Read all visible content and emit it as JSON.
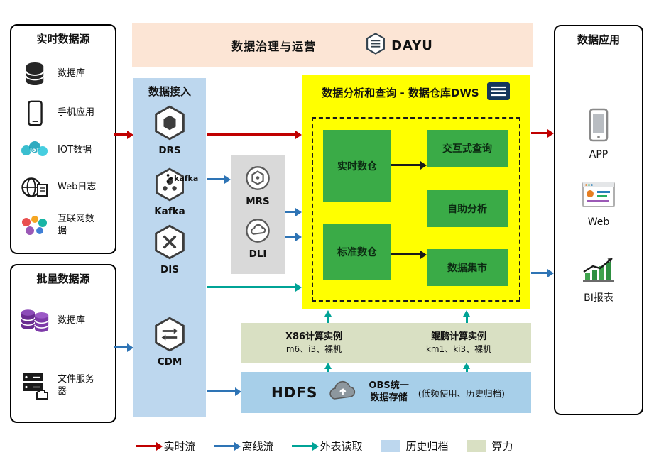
{
  "governance": {
    "title": "数据治理与运营",
    "logo_text": "DAYU"
  },
  "sources_realtime": {
    "title": "实时数据源",
    "items": [
      {
        "label": "数据库",
        "icon": "database-icon"
      },
      {
        "label": "手机应用",
        "icon": "phone-icon"
      },
      {
        "label": "IOT数据",
        "icon": "iot-icon"
      },
      {
        "label": "Web日志",
        "icon": "web-log-icon"
      },
      {
        "label": "互联网数据",
        "icon": "internet-data-icon"
      }
    ]
  },
  "sources_batch": {
    "title": "批量数据源",
    "items": [
      {
        "label": "数据库",
        "icon": "database-purple-icon"
      },
      {
        "label": "文件服务器",
        "icon": "file-server-icon"
      }
    ]
  },
  "ingestion": {
    "title": "数据接入",
    "items": [
      {
        "label": "DRS",
        "icon": "drs-icon"
      },
      {
        "label": "Kafka",
        "icon": "kafka-icon"
      },
      {
        "label": "DIS",
        "icon": "dis-icon"
      },
      {
        "label": "CDM",
        "icon": "cdm-icon"
      }
    ],
    "kafka_wordmark": "kafka"
  },
  "middle": {
    "items": [
      {
        "label": "MRS",
        "icon": "mrs-icon"
      },
      {
        "label": "DLI",
        "icon": "dli-icon"
      }
    ]
  },
  "dws": {
    "title": "数据分析和查询 - 数据仓库DWS",
    "realtime_dw": "实时数仓",
    "standard_dw": "标准数仓",
    "interactive_query": "交互式查询",
    "self_service": "自助分析",
    "data_mart": "数据集市"
  },
  "compute": {
    "x86_title": "X86计算实例",
    "x86_spec": "m6、i3、裸机",
    "kunpeng_title": "鲲鹏计算实例",
    "kunpeng_spec": "km1、ki3、裸机"
  },
  "storage": {
    "hdfs_label": "HDFS",
    "obs_line1": "OBS统一",
    "obs_line2": "数据存储",
    "note": "(低频使用、历史归档)"
  },
  "apps": {
    "title": "数据应用",
    "items": [
      {
        "label": "APP",
        "icon": "app-icon"
      },
      {
        "label": "Web",
        "icon": "web-icon"
      },
      {
        "label": "BI报表",
        "icon": "bi-report-icon"
      }
    ]
  },
  "legend": {
    "items": [
      {
        "label": "实时流",
        "marker": "arrow",
        "color": "#c00000"
      },
      {
        "label": "离线流",
        "marker": "arrow",
        "color": "#2e74b5"
      },
      {
        "label": "外表读取",
        "marker": "arrow",
        "color": "#00a396"
      },
      {
        "label": "历史归档",
        "marker": "swatch",
        "color": "#bdd7ee"
      },
      {
        "label": "算力",
        "marker": "swatch",
        "color": "#d9e0c3"
      }
    ]
  },
  "colors": {
    "realtime_flow": "#c00000",
    "offline_flow": "#2e74b5",
    "external_read": "#00a396",
    "archive_bg": "#bdd7ee",
    "compute_bg": "#d9e0c3",
    "dws_bg": "#ffff00",
    "module_green": "#3aab47",
    "banner_bg": "#fce5d5",
    "hdfs_bg": "#a7cfe9"
  }
}
